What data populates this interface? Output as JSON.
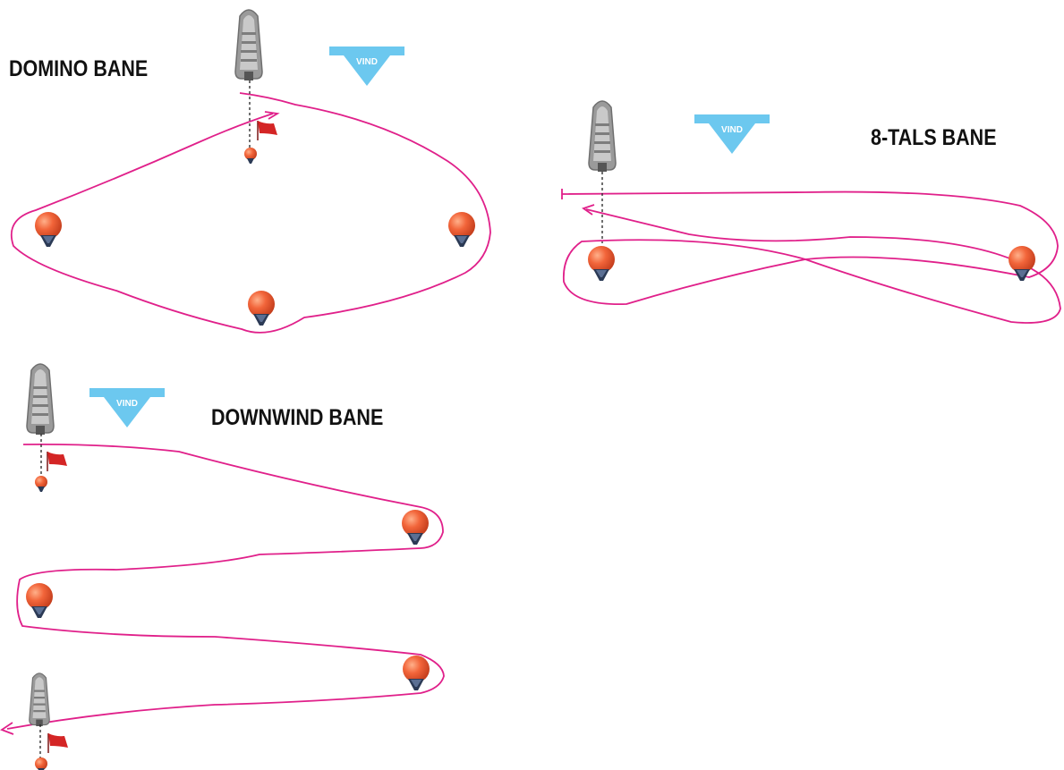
{
  "colors": {
    "route": "#e0208a",
    "wind_arrow": "#6cc8ef",
    "buoy": "#f26a3c",
    "buoy_dark": "#c8401e",
    "flag": "#d42525",
    "boat": "#8e8e8e",
    "title": "#111111"
  },
  "domino": {
    "title": "DOMINO BANE",
    "wind_label": "VIND"
  },
  "eight": {
    "title": "8-TALS BANE",
    "wind_label": "VIND"
  },
  "downwind": {
    "title": "DOWNWIND BANE",
    "wind_label": "VIND"
  },
  "icons": [
    "boat-icon",
    "buoy-icon",
    "flag-icon",
    "wind-arrow-icon"
  ]
}
